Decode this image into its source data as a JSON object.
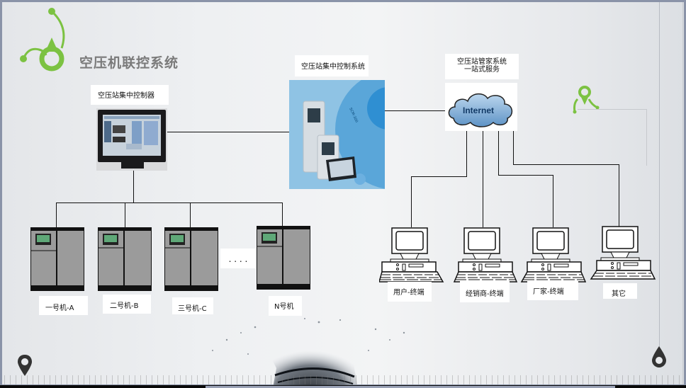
{
  "title": "空压机联控系统",
  "controller": {
    "label": "空压站集中控制器"
  },
  "central_system": {
    "label": "空压站集中控制系统",
    "brochure_text": "空压站集中控制系统 (SCM-300)"
  },
  "cloud_service": {
    "label_line1": "空压站管家系统",
    "label_line2": "一站式服务",
    "cloud_text": "Internet"
  },
  "compressors": {
    "items": [
      {
        "label": "一号机-A"
      },
      {
        "label": "二号机-B"
      },
      {
        "label": "三号机-C"
      },
      {
        "label": "N号机"
      }
    ],
    "ellipsis": ". . . ."
  },
  "terminals": {
    "items": [
      {
        "label": "用户-终端"
      },
      {
        "label": "经销商-终端"
      },
      {
        "label": "厂家-终端"
      },
      {
        "label": "其它"
      }
    ]
  },
  "colors": {
    "accent_green": "#7cc242",
    "title_gray": "#7a7a7a",
    "compressor_gray": "#9a9a9a",
    "panel_green": "#5fa878",
    "brochure_blue": "#8fc3e4"
  }
}
